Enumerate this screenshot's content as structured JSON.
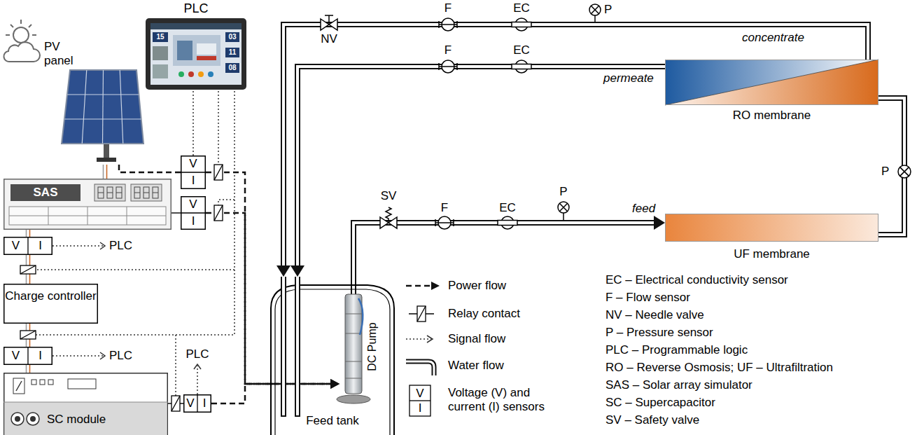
{
  "diagram": {
    "nodes": [
      {
        "text": [
          "PLC"
        ]
      },
      {
        "text": [
          "PV panel"
        ]
      },
      {
        "text": [
          "V",
          "I"
        ]
      },
      {
        "text": [
          "SAS"
        ]
      },
      {
        "text": [
          "V",
          "I"
        ]
      },
      {
        "text": [
          "V",
          "I"
        ]
      },
      {
        "text": [
          "Charge controller"
        ]
      },
      {
        "text": [
          "V",
          "I"
        ]
      },
      {
        "text": [
          "SC module"
        ]
      },
      {
        "text": [
          "V",
          "I"
        ]
      },
      {
        "text": [
          "Feed tank"
        ]
      },
      {
        "text": [
          "DC Pump"
        ],
        "in": 10
      },
      {
        "text": [
          "RO membrane"
        ]
      },
      {
        "text": [
          "UF membrane"
        ]
      }
    ],
    "edges": [
      {
        "from": 0,
        "to": 2,
        "arrow": "none"
      },
      {
        "from": 1,
        "to": 3,
        "arrow": "none"
      },
      {
        "from": 1,
        "to": 2,
        "arrow": "none"
      },
      {
        "from": 2,
        "to": 11,
        "arrow": "to"
      },
      {
        "from": 3,
        "to": 4,
        "arrow": "none"
      },
      {
        "from": 4,
        "to": 11,
        "arrow": "to"
      },
      {
        "from": 3,
        "to": 5,
        "arrow": "none"
      },
      {
        "from": 5,
        "to": 6,
        "arrow": "none"
      },
      {
        "from": 6,
        "to": 7,
        "arrow": "none"
      },
      {
        "from": 7,
        "to": 8,
        "arrow": "none"
      },
      {
        "from": 8,
        "to": 9,
        "arrow": "none"
      },
      {
        "from": 9,
        "to": 11,
        "arrow": "to"
      },
      {
        "from": 11,
        "to": 13,
        "label": "feed",
        "arrow": "to"
      },
      {
        "from": 13,
        "to": 12,
        "arrow": "none"
      },
      {
        "from": 12,
        "to": 10,
        "label": "concentrate",
        "arrow": "to"
      },
      {
        "from": 12,
        "to": 10,
        "label": "permeate",
        "arrow": "to"
      }
    ],
    "labels": [
      "15",
      "03",
      "11",
      "08",
      "PLC",
      "PLC",
      "PLC",
      "NV",
      "F",
      "EC",
      "P",
      "F",
      "EC",
      "SV",
      "F",
      "EC",
      "P",
      "P",
      "V",
      "I",
      "EC – Electrical conductivity sensor",
      "F – Flow sensor",
      "NV – Needle valve",
      "P – Pressure sensor",
      "PLC – Programmable logic",
      "RO – Reverse Osmosis; UF – Ultrafiltration",
      "SAS – Solar array simulator",
      "SC – Supercapacitor",
      "SV – Safety valve"
    ],
    "legend": [
      {
        "text": "Power flow"
      },
      {
        "text": "Relay contact"
      },
      {
        "text": "Signal flow"
      },
      {
        "text": "Water flow"
      },
      {
        "text": "Voltage (V) and current (I) sensors"
      }
    ]
  }
}
